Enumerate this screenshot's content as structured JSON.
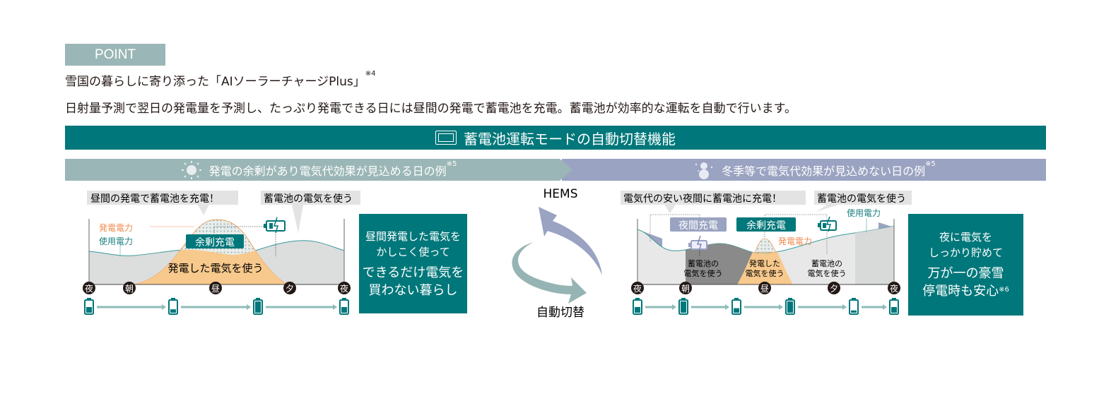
{
  "point_label": "POINT",
  "heading": {
    "line1": "雪国の暮らしに寄り添った「AIソーラーチャージPlus」",
    "line1_note": "※4",
    "line2": "日射量予測で翌日の発電量を予測し、たっぷり発電できる日には昼間の発電で蓄電池を充電。蓄電池が効率的な運転を自動で行います。"
  },
  "band_title": "蓄電池運転モードの自動切替機能",
  "left": {
    "header": "発電の余剰があり電気代効果が見込める日の例",
    "header_note": "※5",
    "callout1": "昼間の発電で蓄電池を充電！",
    "callout2": "蓄電池の電気を使う",
    "gen_label": "発電電力",
    "use_label": "使用電力",
    "surplus": "余剰充電",
    "use_gen": "発電した電気を使う",
    "times": [
      "夜",
      "朝",
      "昼",
      "夕",
      "夜"
    ],
    "battery_levels": [
      0.5,
      0.3,
      1.0,
      0.5
    ],
    "box": {
      "l1": "昼間発電した電気を",
      "l2": "かしこく使って",
      "l3": "できるだけ電気を",
      "l4": "買わない暮らし"
    }
  },
  "center": {
    "top": "HEMS",
    "bottom": "自動切替"
  },
  "right": {
    "header": "冬季等で電気代効果が見込めない日の例",
    "header_note": "※5",
    "callout1": "電気代の安い夜間に蓄電池に充電！",
    "callout2": "蓄電池の電気を使う",
    "night": "夜間充電",
    "surplus": "余剰充電",
    "use_label": "使用電力",
    "gen_label": "発電電力",
    "t1a": "蓄電池の",
    "t1b": "電気を使う",
    "t2a": "発電した",
    "t2b": "電気を使う",
    "t3a": "蓄電池の",
    "t3b": "電気を使う",
    "times": [
      "夜",
      "朝",
      "昼",
      "夕",
      "夜"
    ],
    "battery_levels": [
      0.5,
      1.0,
      0.4,
      1.0,
      0.2,
      0.5
    ],
    "box": {
      "l1": "夜に電気を",
      "l2": "しっかり貯めて",
      "l3": "万が一の豪雪",
      "l4": "停電時も安心",
      "note": "※6"
    }
  },
  "colors": {
    "teal": "#00777a",
    "sage": "#9bb6b6",
    "lavender": "#9aa3c1",
    "orange": "#f5c98a",
    "grey": "#dcdddd"
  }
}
